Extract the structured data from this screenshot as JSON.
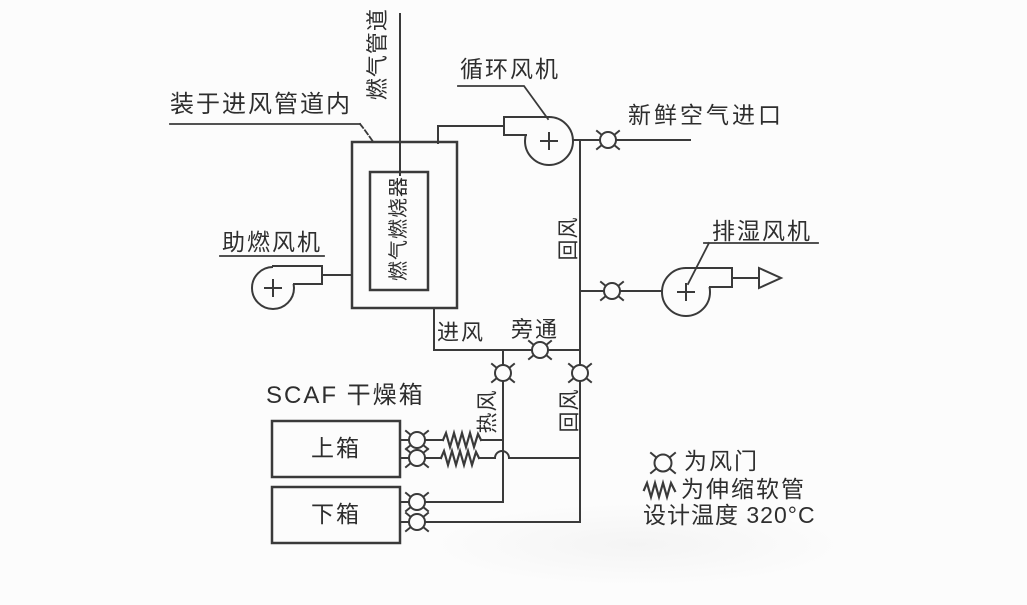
{
  "diagram": {
    "top": {
      "installed_note": "装于进风管道内",
      "gas_pipe_label": "燃气管道"
    },
    "burner_box": {
      "label": "燃气燃烧器"
    },
    "fans": {
      "circulation": "循环风机",
      "combustion": "助燃风机",
      "exhaust": "排湿风机"
    },
    "ducts": {
      "fresh_air_inlet": "新鲜空气进口",
      "air_inlet": "进风",
      "bypass": "旁通",
      "return_air_upper": "回风",
      "hot_air": "热风",
      "return_air_lower": "回风"
    },
    "dryer": {
      "title": "SCAF 干燥箱",
      "upper_box": "上箱",
      "lower_box": "下箱"
    },
    "legend": {
      "damper_label": "为风门",
      "hose_label": "为伸缩软管",
      "design_temp": "设计温度 320°C"
    },
    "colors": {
      "ink": "#3a3a3a",
      "background": "#fcfcfc"
    }
  }
}
